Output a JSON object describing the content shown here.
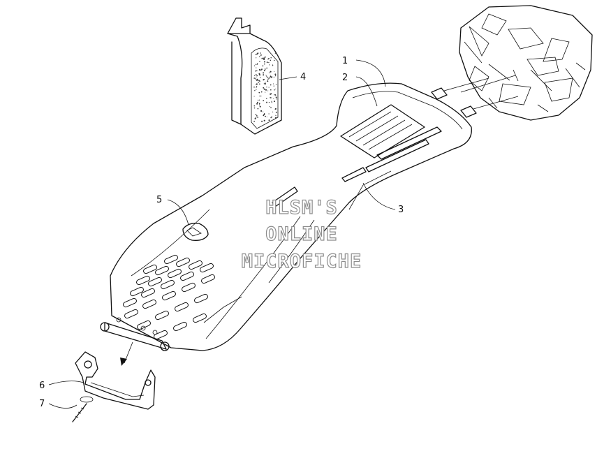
{
  "callouts": [
    {
      "id": "1",
      "label": "1"
    },
    {
      "id": "2",
      "label": "2"
    },
    {
      "id": "3",
      "label": "3"
    },
    {
      "id": "4",
      "label": "4"
    },
    {
      "id": "5",
      "label": "5"
    },
    {
      "id": "6",
      "label": "6"
    },
    {
      "id": "7",
      "label": "7"
    }
  ],
  "watermark": {
    "line1": "HLSM'S",
    "line2": "ONLINE",
    "line3": "MICROFICHE"
  },
  "colors": {
    "ink": "#111111",
    "watermark_outline": "#8c8c8c",
    "background": "#ffffff"
  }
}
